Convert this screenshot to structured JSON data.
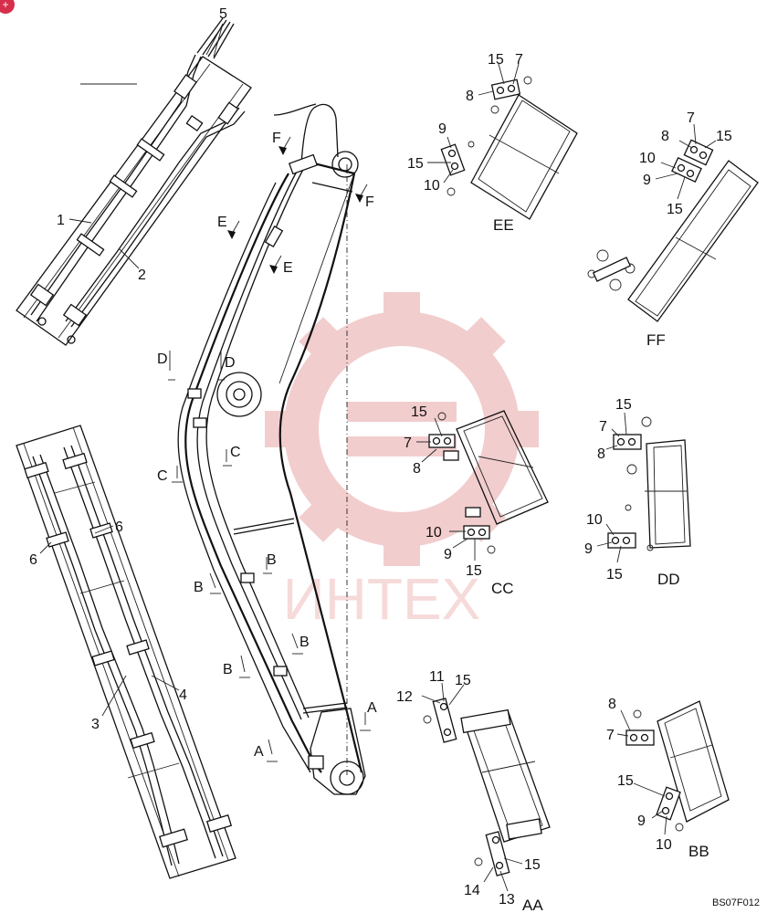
{
  "watermark": {
    "text": "ИНТЕХ",
    "color": "#e9a5a5"
  },
  "figure_code": "BS07F012",
  "corner_badge": {
    "text": "+",
    "color": "#d62f4b"
  },
  "part_labels": {
    "p1": "1",
    "p2": "2",
    "p3": "3",
    "p4": "4",
    "p5": "5",
    "p6a": "6",
    "p6b": "6",
    "ee_15": "15",
    "ee_7": "7",
    "ee_8": "8",
    "ee_9": "9",
    "ee_15b": "15",
    "ee_10": "10",
    "ff_7": "7",
    "ff_8": "8",
    "ff_15": "15",
    "ff_10": "10",
    "ff_9": "9",
    "ff_15b": "15",
    "cc_15": "15",
    "cc_7": "7",
    "cc_8": "8",
    "cc_10": "10",
    "cc_9": "9",
    "cc_15b": "15",
    "dd_15": "15",
    "dd_7": "7",
    "dd_8": "8",
    "dd_10": "10",
    "dd_9": "9",
    "dd_15b": "15",
    "aa_12": "12",
    "aa_11": "11",
    "aa_15": "15",
    "aa_15b": "15",
    "aa_14": "14",
    "aa_13": "13",
    "bb_8": "8",
    "bb_7": "7",
    "bb_15": "15",
    "bb_9": "9",
    "bb_10": "10"
  },
  "section_titles": {
    "ee": "EE",
    "ff": "FF",
    "cc": "CC",
    "dd": "DD",
    "aa": "AA",
    "bb": "BB"
  },
  "section_markers": {
    "f1": "F",
    "f2": "F",
    "e1": "E",
    "e2": "E",
    "d1": "D",
    "d2": "D",
    "c1": "C",
    "c2": "C",
    "b1": "B",
    "b2": "B",
    "b3": "B",
    "b4": "B",
    "a1": "A",
    "a2": "A"
  }
}
